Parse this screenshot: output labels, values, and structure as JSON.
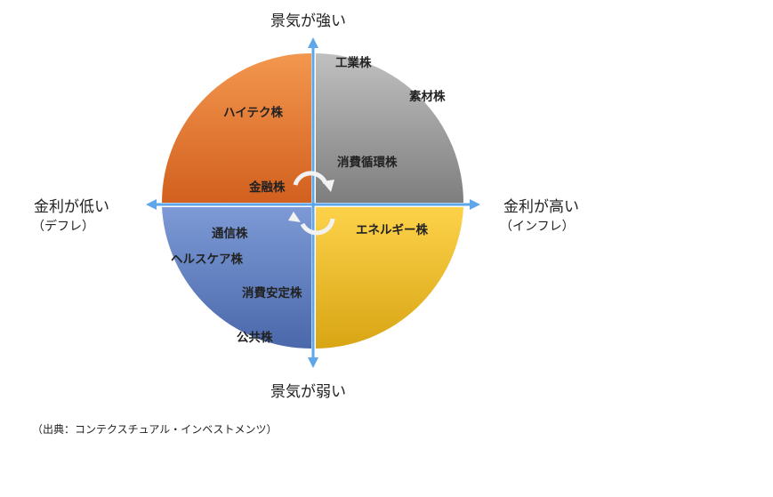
{
  "axes": {
    "top": "景気が強い",
    "bottom": "景気が弱い",
    "left": "金利が低い",
    "left_sub": "（デフレ）",
    "right": "金利が高い",
    "right_sub": "（インフレ）"
  },
  "sectors": {
    "industrials": "工業株",
    "materials": "素材株",
    "hightech": "ハイテク株",
    "consumer_cyclical": "消費循環株",
    "financials": "金融株",
    "energy": "エネルギー株",
    "telecom": "通信株",
    "healthcare": "ヘルスケア株",
    "consumer_staples": "消費安定株",
    "utilities": "公共株"
  },
  "source": "（出典：コンテクスチュアル・インベストメンツ）",
  "colors": {
    "top_left": "#e46f2a",
    "top_right": "#8c8c8c",
    "bottom_right": "#f2bd24",
    "bottom_left": "#6585c8",
    "axis": "#5ea6e8"
  }
}
